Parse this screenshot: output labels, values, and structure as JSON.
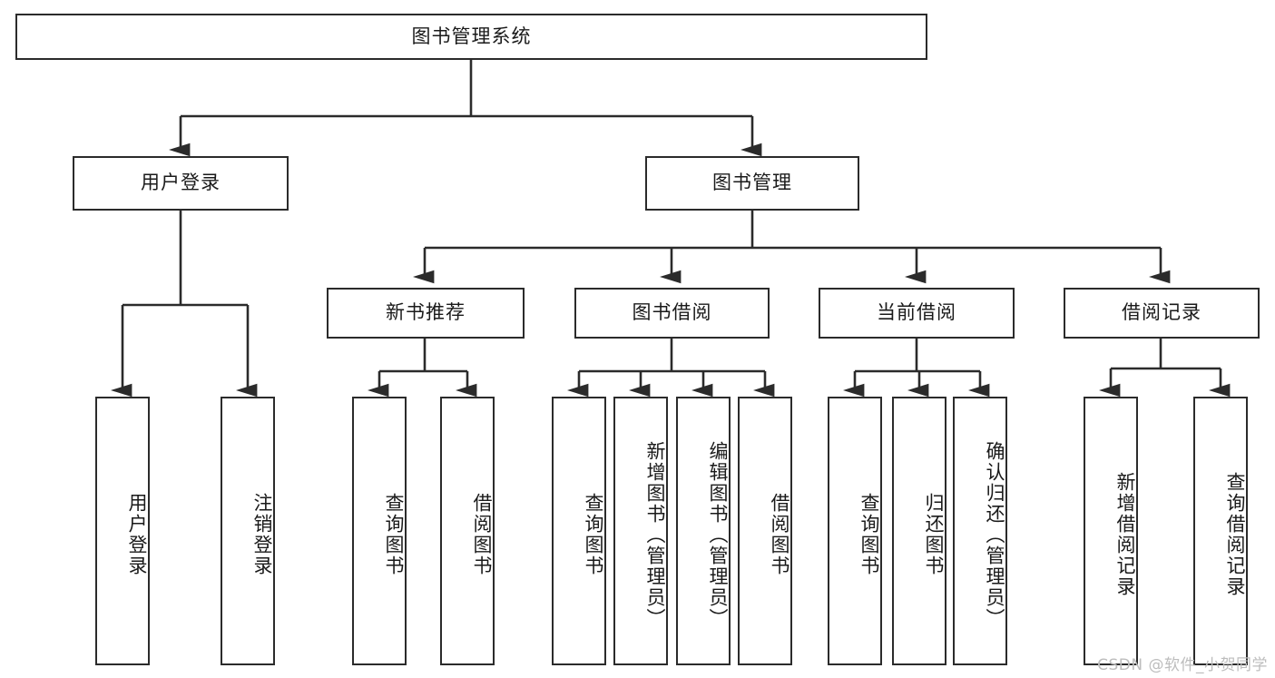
{
  "diagram": {
    "title": "图书管理系统",
    "type": "function-structure-tree",
    "stroke_color": "#2b2b2b",
    "fill_color": "#ffffff",
    "text_color": "#1a1a1a"
  },
  "nodes": {
    "root": {
      "label": "图书管理系统",
      "orientation": "horizontal"
    },
    "level2": [
      {
        "id": "user-login",
        "label": "用户登录",
        "orientation": "horizontal"
      },
      {
        "id": "book-manage",
        "label": "图书管理",
        "orientation": "horizontal"
      }
    ],
    "level3": [
      {
        "id": "new-book-rec",
        "label": "新书推荐",
        "orientation": "horizontal"
      },
      {
        "id": "book-borrow",
        "label": "图书借阅",
        "orientation": "horizontal"
      },
      {
        "id": "current-borrow",
        "label": "当前借阅",
        "orientation": "horizontal"
      },
      {
        "id": "borrow-record",
        "label": "借阅记录",
        "orientation": "horizontal"
      }
    ],
    "leaves": [
      {
        "id": "leaf-user-login",
        "label": "用户登录",
        "orientation": "vertical",
        "parent": "user-login"
      },
      {
        "id": "leaf-user-logout",
        "label": "注销登录",
        "orientation": "vertical",
        "parent": "user-login"
      },
      {
        "id": "leaf-query-book-1",
        "label": "查询图书",
        "orientation": "vertical",
        "parent": "new-book-rec"
      },
      {
        "id": "leaf-borrow-book-1",
        "label": "借阅图书",
        "orientation": "vertical",
        "parent": "new-book-rec"
      },
      {
        "id": "leaf-query-book-2",
        "label": "查询图书",
        "orientation": "vertical",
        "parent": "book-borrow"
      },
      {
        "id": "leaf-add-book",
        "label": "新增图书（管理员）",
        "orientation": "vertical",
        "parent": "book-borrow"
      },
      {
        "id": "leaf-edit-book",
        "label": "编辑图书（管理员）",
        "orientation": "vertical",
        "parent": "book-borrow"
      },
      {
        "id": "leaf-borrow-book-2",
        "label": "借阅图书",
        "orientation": "vertical",
        "parent": "book-borrow"
      },
      {
        "id": "leaf-query-book-3",
        "label": "查询图书",
        "orientation": "vertical",
        "parent": "current-borrow"
      },
      {
        "id": "leaf-return-book",
        "label": "归还图书",
        "orientation": "vertical",
        "parent": "current-borrow"
      },
      {
        "id": "leaf-confirm-return",
        "label": "确认归还（管理员）",
        "orientation": "vertical",
        "parent": "current-borrow"
      },
      {
        "id": "leaf-add-record",
        "label": "新增借阅记录",
        "orientation": "vertical",
        "parent": "borrow-record"
      },
      {
        "id": "leaf-query-record",
        "label": "查询借阅记录",
        "orientation": "vertical",
        "parent": "borrow-record"
      }
    ]
  },
  "watermark": {
    "text": "CSDN @软件_小贺同学"
  }
}
